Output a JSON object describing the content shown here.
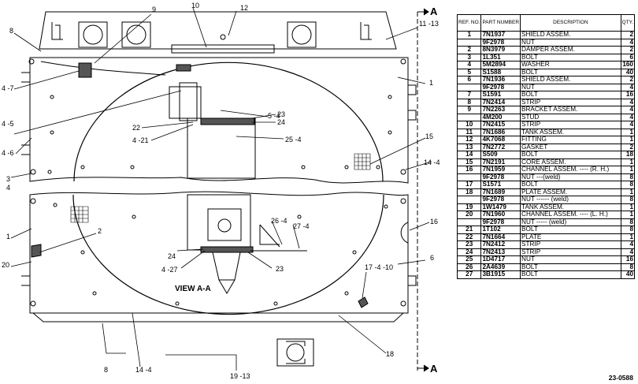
{
  "callouts": {
    "c9": "9",
    "c10": "10",
    "c12": "12",
    "c8a": "8",
    "c11_13": "11 -13",
    "c4_7": "4 -7",
    "c1a": "1",
    "c5_4": "5 -4",
    "c4_5": "4 -5",
    "c4_6": "4 -6",
    "c22": "22",
    "c4_21": "4 -21",
    "c23a": "23",
    "c24a": "24",
    "c25_4": "25 -4",
    "c15": "15",
    "c3": "3",
    "c4a": "4",
    "c14_4a": "14 -4",
    "c1b": "1",
    "c2": "2",
    "c20": "20",
    "c26_4": "26 -4",
    "c27_4": "27 -4",
    "c16": "16",
    "c6": "6",
    "c24b": "24",
    "c4_27": "4 -27",
    "c23b": "23",
    "c17_4_10": "17 -4 -10",
    "c8b": "8",
    "c14_4b": "14 -4",
    "c18": "18",
    "c19_13": "19 -13",
    "view_label": "VIEW A-A",
    "sec_a_top": "A",
    "sec_a_bottom": "A"
  },
  "table": {
    "headers": {
      "ref": "REF. NO.",
      "part": "PART NUMBER",
      "desc": "DESCRIPTION",
      "qty": "QTY."
    },
    "rows": [
      {
        "ref": "1",
        "pn": "7N1937",
        "desc": "SHIELD ASSEM.",
        "qty": "2"
      },
      {
        "ref": "",
        "pn": "9F2978",
        "desc": "NUT",
        "qty": "4"
      },
      {
        "ref": "2",
        "pn": "8N3979",
        "desc": "DAMPER ASSEM.",
        "qty": "2"
      },
      {
        "ref": "3",
        "pn": "1L351",
        "desc": "BOLT",
        "qty": "6"
      },
      {
        "ref": "4",
        "pn": "5M2894",
        "desc": "WASHER",
        "qty": "160"
      },
      {
        "ref": "5",
        "pn": "S1588",
        "desc": "BOLT",
        "qty": "40"
      },
      {
        "ref": "6",
        "pn": "7N1936",
        "desc": "SHIELD ASSEM.",
        "qty": "2"
      },
      {
        "ref": "",
        "pn": "9F2978",
        "desc": "NUT",
        "qty": "4"
      },
      {
        "ref": "7",
        "pn": "S1591",
        "desc": "BOLT",
        "qty": "16"
      },
      {
        "ref": "8",
        "pn": "7N2414",
        "desc": "STRIP",
        "qty": "4"
      },
      {
        "ref": "9",
        "pn": "7N2263",
        "desc": "BRACKET ASSEM.",
        "qty": "4"
      },
      {
        "ref": "",
        "pn": "4M200",
        "desc": "STUD",
        "qty": "4"
      },
      {
        "ref": "10",
        "pn": "7N2415",
        "desc": "STRIP",
        "qty": "4"
      },
      {
        "ref": "11",
        "pn": "7N1686",
        "desc": "TANK ASSEM.",
        "qty": "1"
      },
      {
        "ref": "12",
        "pn": "4K7068",
        "desc": "FITTING",
        "qty": "1"
      },
      {
        "ref": "13",
        "pn": "7N2772",
        "desc": "GASKET",
        "qty": "2"
      },
      {
        "ref": "14",
        "pn": "S509",
        "desc": "BOLT",
        "qty": "18"
      },
      {
        "ref": "15",
        "pn": "7N2191",
        "desc": "CORE ASSEM.",
        "qty": "1"
      },
      {
        "ref": "16",
        "pn": "7N1959",
        "desc": "CHANNEL ASSEM. ---- (R. H.)",
        "qty": "1"
      },
      {
        "ref": "",
        "pn": "9F2978",
        "desc": "NUT ---(weld)",
        "qty": "8"
      },
      {
        "ref": "17",
        "pn": "S1571",
        "desc": "BOLT",
        "qty": "8"
      },
      {
        "ref": "18",
        "pn": "7N1689",
        "desc": "PLATE ASSEM.",
        "qty": "1"
      },
      {
        "ref": "",
        "pn": "9F2978",
        "desc": "NUT ------ (weld)",
        "qty": "8"
      },
      {
        "ref": "19",
        "pn": "1W1479",
        "desc": "TANK ASSEM.",
        "qty": "1"
      },
      {
        "ref": "20",
        "pn": "7N1960",
        "desc": "CHANNEL ASSEM. ---- (L. H.)",
        "qty": "1"
      },
      {
        "ref": "",
        "pn": "9F2978",
        "desc": "NUT ----- (weld)",
        "qty": "8"
      },
      {
        "ref": "21",
        "pn": "1T102",
        "desc": "BOLT",
        "qty": "8"
      },
      {
        "ref": "22",
        "pn": "7N1664",
        "desc": "PLATE",
        "qty": "1"
      },
      {
        "ref": "23",
        "pn": "7N2412",
        "desc": "STRIP",
        "qty": "4"
      },
      {
        "ref": "24",
        "pn": "7N2413",
        "desc": "STRIP",
        "qty": "4"
      },
      {
        "ref": "25",
        "pn": "1D4717",
        "desc": "NUT",
        "qty": "16"
      },
      {
        "ref": "26",
        "pn": "2A4639",
        "desc": "BOLT",
        "qty": "8"
      },
      {
        "ref": "27",
        "pn": "3B1915",
        "desc": "BOLT",
        "qty": "40"
      }
    ]
  },
  "footer_code": "23-0588"
}
